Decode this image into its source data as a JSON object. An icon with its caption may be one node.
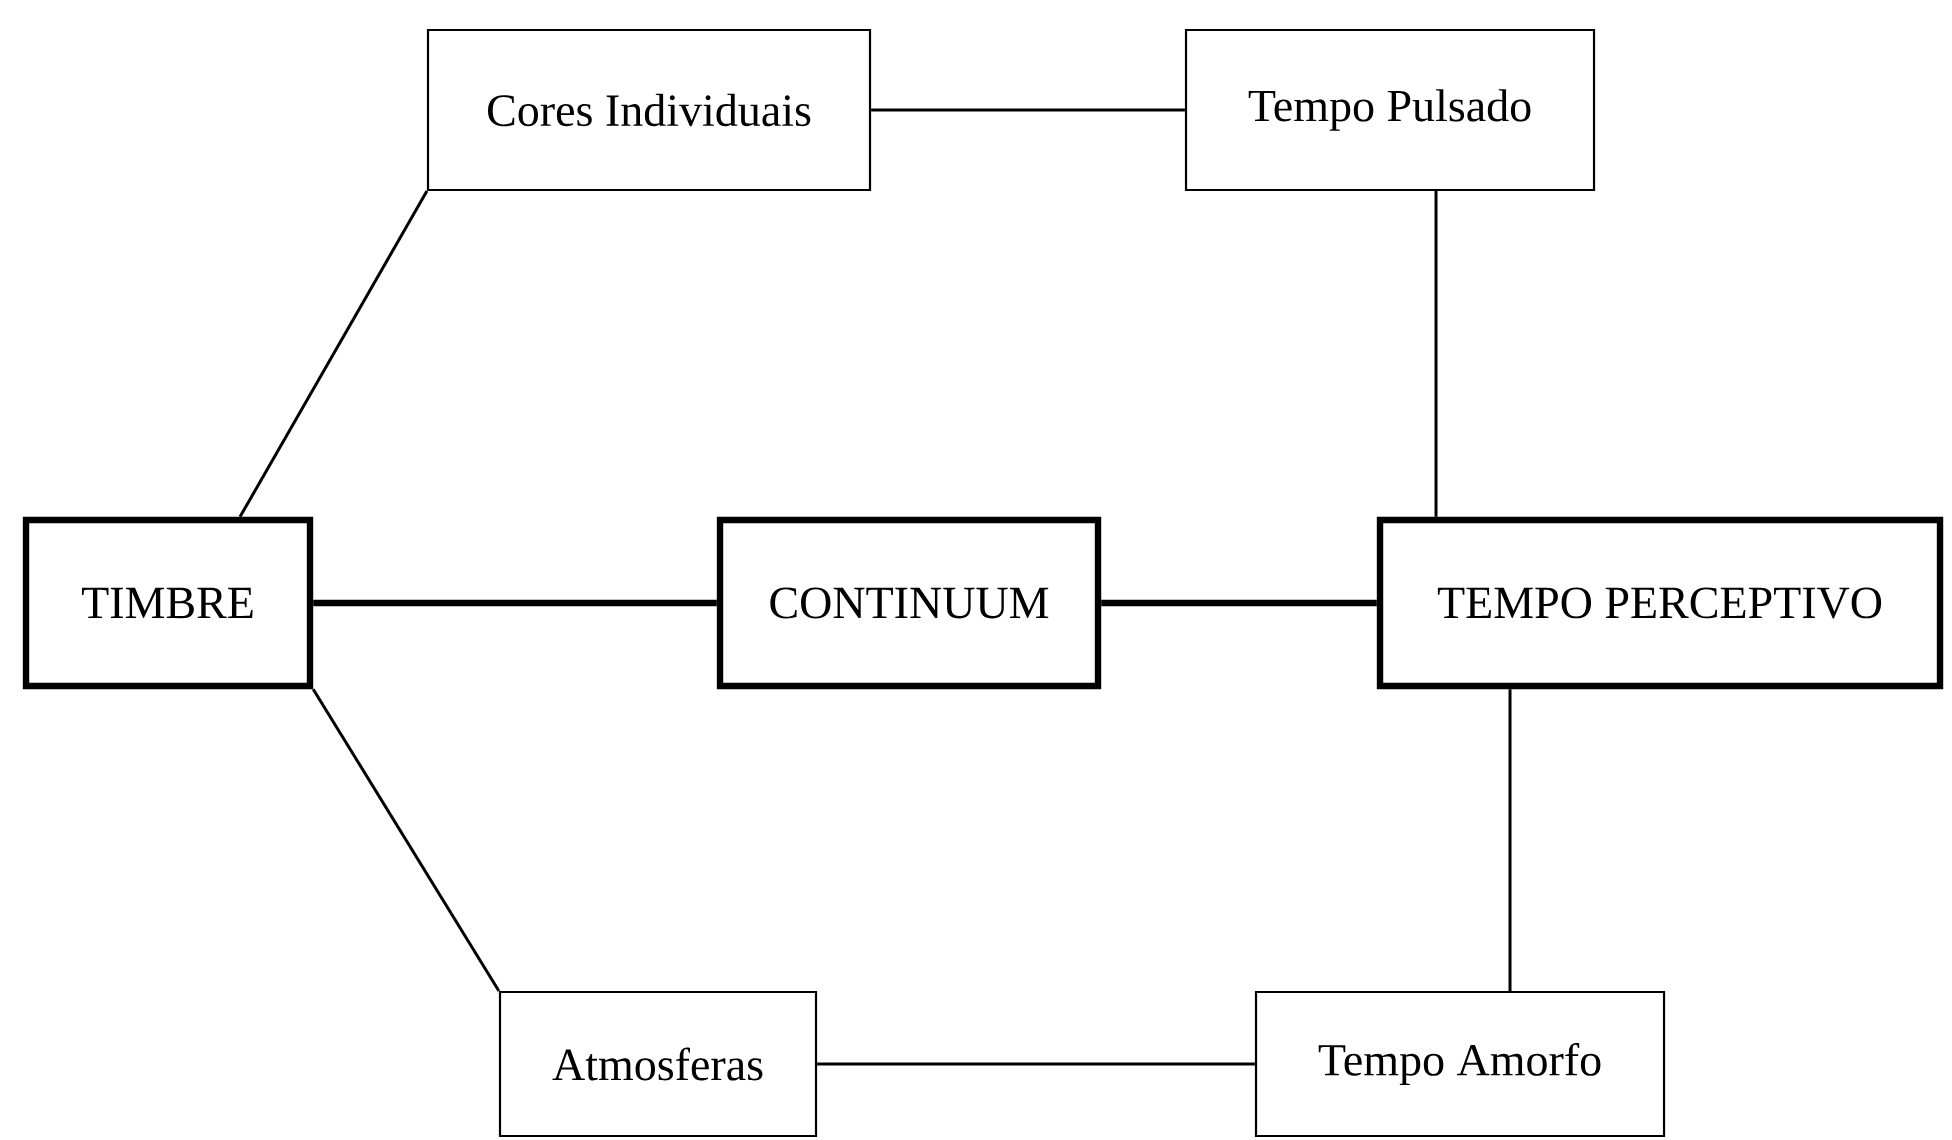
{
  "diagram": {
    "nodes": [
      {
        "text": [
          "Cores Individuais"
        ]
      },
      {
        "text": [
          "Tempo Pulsado"
        ]
      },
      {
        "text": [
          "TIMBRE"
        ]
      },
      {
        "text": [
          "CONTINUUM"
        ]
      },
      {
        "text": [
          "TEMPO PERCEPTIVO"
        ]
      },
      {
        "text": [
          "Atmosferas"
        ]
      },
      {
        "text": [
          "Tempo Amorfo"
        ]
      }
    ],
    "edges": [
      {
        "from": 0,
        "to": 1,
        "arrow": "none"
      },
      {
        "from": 2,
        "to": 0,
        "arrow": "none"
      },
      {
        "from": 1,
        "to": 4,
        "arrow": "none"
      },
      {
        "from": 2,
        "to": 3,
        "arrow": "none",
        "style": "thick"
      },
      {
        "from": 3,
        "to": 4,
        "arrow": "none",
        "style": "thick"
      },
      {
        "from": 2,
        "to": 5,
        "arrow": "none"
      },
      {
        "from": 4,
        "to": 6,
        "arrow": "none"
      },
      {
        "from": 5,
        "to": 6,
        "arrow": "none"
      }
    ]
  }
}
